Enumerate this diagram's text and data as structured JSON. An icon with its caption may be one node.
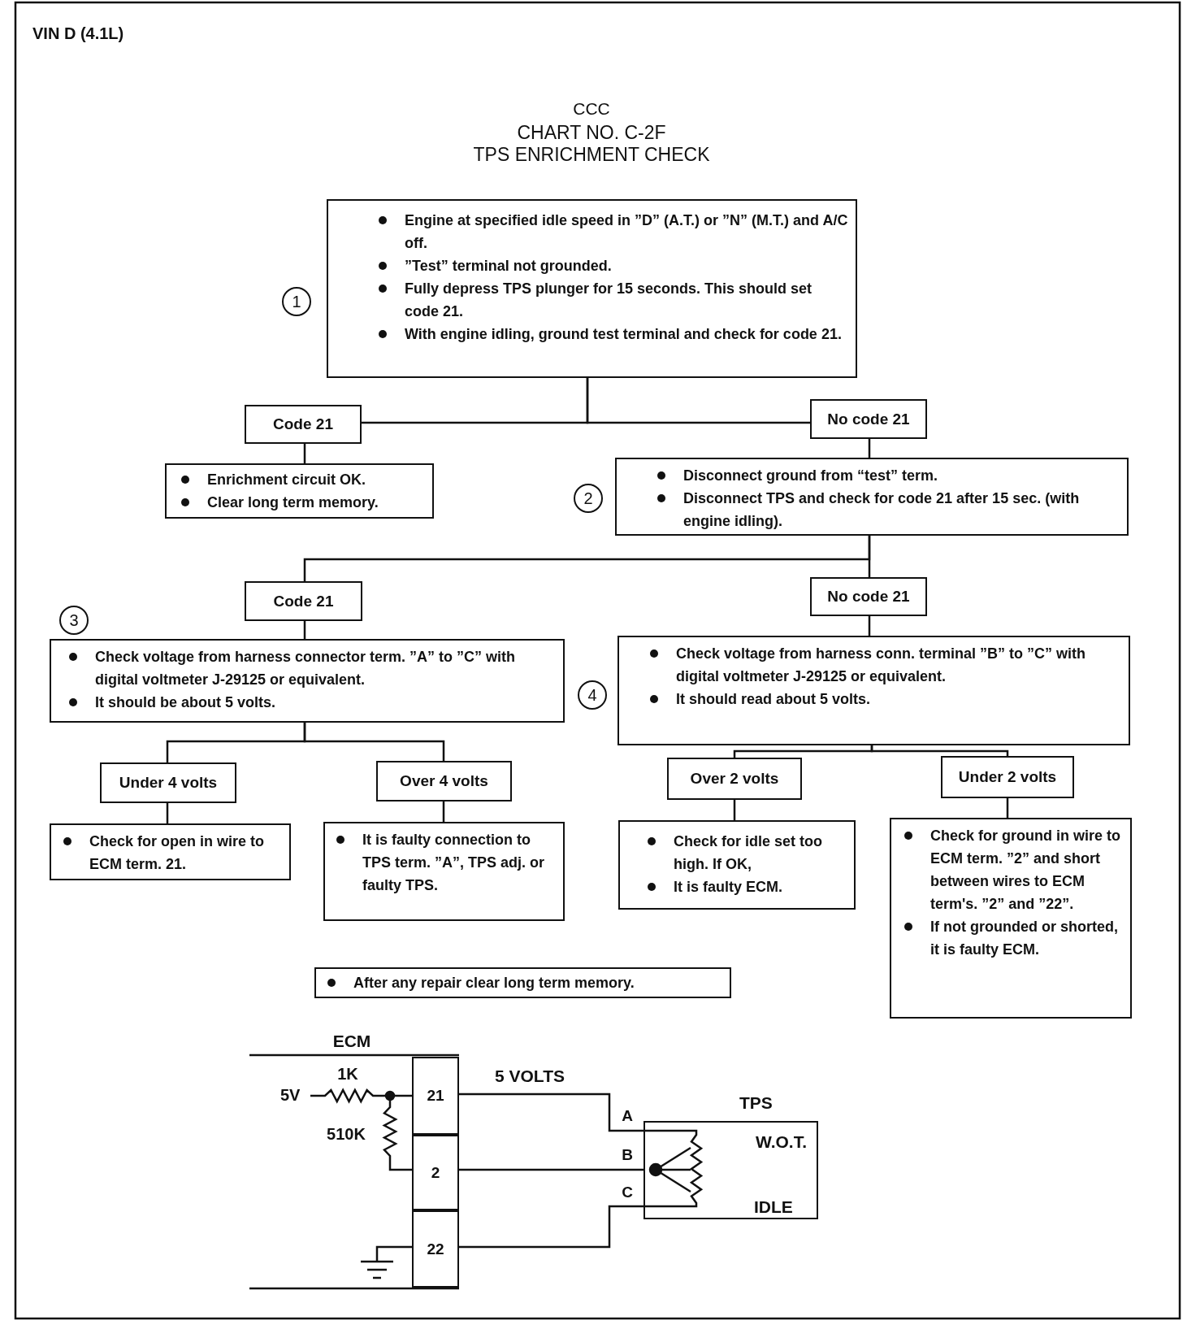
{
  "diagram": {
    "title": "TPS ENRICHMENT CHECK",
    "nodes": [
      {
        "text": [
          "Engine at specified idle speed in ”D” (A.T.) or ”N” (M.T.) and A/C off.",
          "”Test” terminal not grounded.",
          "Fully depress TPS plunger for 15 seconds. This should set code 21.",
          "With engine idling, ground test terminal and check for code 21."
        ]
      },
      {
        "text": [
          "Code 21"
        ]
      },
      {
        "text": [
          "No code 21"
        ]
      },
      {
        "text": [
          "Enrichment circuit OK.",
          "Clear long term memory."
        ]
      },
      {
        "text": [
          "Disconnect ground from “test” term.",
          "Disconnect TPS and check for code 21 after 15 sec. (with engine idling)."
        ]
      },
      {
        "text": [
          "Code 21"
        ]
      },
      {
        "text": [
          "No code 21"
        ]
      },
      {
        "text": [
          "Check voltage from harness connector term. ”A” to ”C” with digital voltmeter J-29125 or equivalent.",
          "It should be about 5 volts."
        ]
      },
      {
        "text": [
          "Check voltage from harness conn. terminal ”B” to ”C” with digital voltmeter J-29125 or equivalent.",
          "It should read about 5 volts."
        ]
      },
      {
        "text": [
          "Under 4 volts"
        ]
      },
      {
        "text": [
          "Over 4 volts"
        ]
      },
      {
        "text": [
          "Over 2 volts"
        ]
      },
      {
        "text": [
          "Under 2 volts"
        ]
      },
      {
        "text": [
          "Check for open in wire to ECM term. 21."
        ]
      },
      {
        "text": [
          "It is faulty connection to TPS term. ”A”, TPS adj. or faulty TPS."
        ]
      },
      {
        "text": [
          "Check for idle set too high. If OK,",
          "It is faulty ECM."
        ]
      },
      {
        "text": [
          "Check for ground in wire to ECM term. ”2” and short between wires to ECM term's. ”2” and ”22”.",
          "If not grounded or shorted, it is faulty ECM."
        ]
      },
      {
        "text": [
          "After any repair clear long term memory."
        ]
      },
      {
        "text": [
          "21"
        ]
      },
      {
        "text": [
          "2"
        ]
      },
      {
        "text": [
          "22"
        ]
      },
      {
        "text": [
          "TPS",
          "W.O.T.",
          "IDLE"
        ]
      }
    ],
    "edges": [
      {
        "from": 0,
        "to": 1,
        "arrow": "none"
      },
      {
        "from": 0,
        "to": 2,
        "arrow": "none"
      },
      {
        "from": 1,
        "to": 3,
        "arrow": "none"
      },
      {
        "from": 2,
        "to": 4,
        "arrow": "none"
      },
      {
        "from": 4,
        "to": 5,
        "arrow": "none"
      },
      {
        "from": 4,
        "to": 6,
        "arrow": "none"
      },
      {
        "from": 5,
        "to": 7,
        "arrow": "none"
      },
      {
        "from": 6,
        "to": 8,
        "arrow": "none"
      },
      {
        "from": 7,
        "to": 9,
        "arrow": "none"
      },
      {
        "from": 7,
        "to": 10,
        "arrow": "none"
      },
      {
        "from": 8,
        "to": 11,
        "arrow": "none"
      },
      {
        "from": 8,
        "to": 12,
        "arrow": "none"
      },
      {
        "from": 9,
        "to": 13,
        "arrow": "none"
      },
      {
        "from": 10,
        "to": 14,
        "arrow": "none"
      },
      {
        "from": 11,
        "to": 15,
        "arrow": "none"
      },
      {
        "from": 12,
        "to": 16,
        "arrow": "none"
      },
      {
        "from": 18,
        "to": 21,
        "arrow": "none"
      },
      {
        "from": 19,
        "to": 21,
        "arrow": "none"
      },
      {
        "from": 20,
        "to": 21,
        "arrow": "none"
      }
    ],
    "labels": [
      "VIN D (4.1L)",
      "CCC",
      "CHART NO. C-2F",
      "1",
      "2",
      "3",
      "4",
      "ECM",
      "1K",
      "5V",
      "510K",
      "5 VOLTS",
      "A",
      "B",
      "C"
    ]
  }
}
